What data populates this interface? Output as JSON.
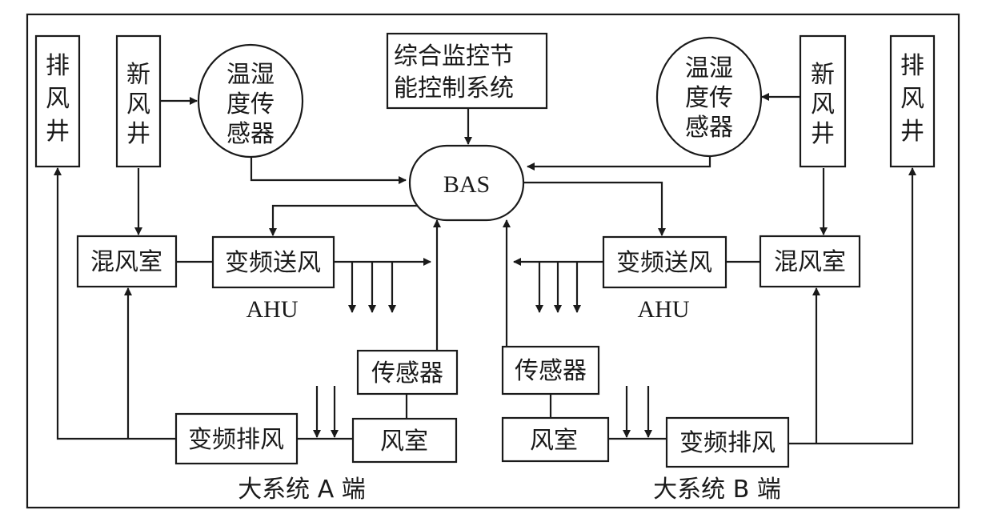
{
  "control_system": {
    "line1": "综合监控节",
    "line2": "能控制系统"
  },
  "bas": {
    "label": "BAS"
  },
  "side_a": {
    "exhaust_shaft": [
      "排",
      "风",
      "井"
    ],
    "fresh_air_shaft": [
      "新",
      "风",
      "井"
    ],
    "th_sensor": [
      "温湿",
      "度传",
      "感器"
    ],
    "mixing_room": "混风室",
    "vfd_supply": "变频送风",
    "ahu": "AHU",
    "sensor": "传感器",
    "fan_room": "风室",
    "vfd_exhaust": "变频排风",
    "caption": "大系统 A 端"
  },
  "side_b": {
    "exhaust_shaft": [
      "排",
      "风",
      "井"
    ],
    "fresh_air_shaft": [
      "新",
      "风",
      "井"
    ],
    "th_sensor": [
      "温湿",
      "度传",
      "感器"
    ],
    "mixing_room": "混风室",
    "vfd_supply": "变频送风",
    "ahu": "AHU",
    "sensor": "传感器",
    "fan_room": "风室",
    "vfd_exhaust": "变频排风",
    "caption": "大系统 B 端"
  }
}
